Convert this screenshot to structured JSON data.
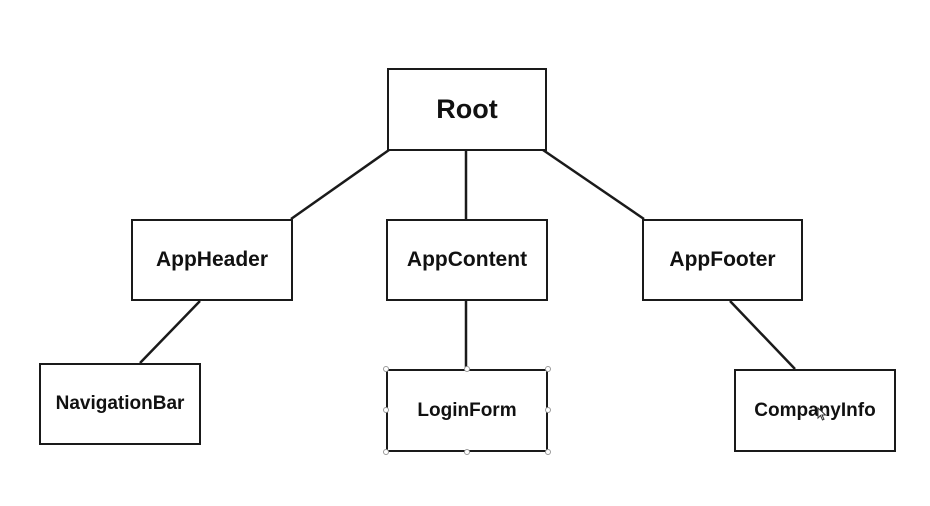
{
  "diagram": {
    "nodes": [
      {
        "id": "root",
        "label": "Root"
      },
      {
        "id": "header",
        "label": "AppHeader"
      },
      {
        "id": "content",
        "label": "AppContent"
      },
      {
        "id": "footer",
        "label": "AppFooter"
      },
      {
        "id": "nav",
        "label": "NavigationBar"
      },
      {
        "id": "login",
        "label": "LoginForm"
      },
      {
        "id": "company",
        "label": "CompanyInfo"
      }
    ],
    "edges": [
      {
        "from": "root",
        "to": "header"
      },
      {
        "from": "root",
        "to": "content"
      },
      {
        "from": "root",
        "to": "footer"
      },
      {
        "from": "header",
        "to": "nav"
      },
      {
        "from": "content",
        "to": "login"
      },
      {
        "from": "footer",
        "to": "company"
      }
    ],
    "selected_node": "login",
    "line_color": "#1a1a1a"
  },
  "cursor": {
    "icon": "mouse-pointer-icon"
  }
}
